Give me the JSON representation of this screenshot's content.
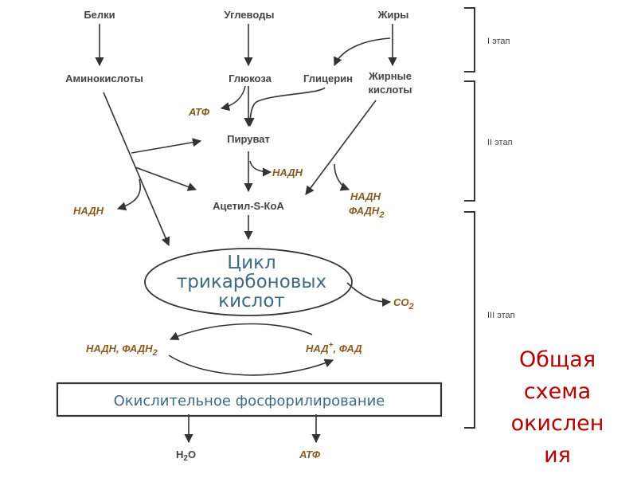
{
  "nodes": {
    "proteins": "Белки",
    "carbs": "Углеводы",
    "fats": "Жиры",
    "amino_acids": "Аминокислоты",
    "glucose": "Глюкоза",
    "glycerol": "Глицерин",
    "fatty_acids_1": "Жирные",
    "fatty_acids_2": "кислоты",
    "pyruvate": "Пируват",
    "acetyl_coa": "Ацетил-S-КоА",
    "tca_line1": "Цикл",
    "tca_line2": "трикарбоновых",
    "tca_line3": "кислот",
    "oxphos": "Окислительное фосфорилирование"
  },
  "products": {
    "atp_glycolysis": "АТФ",
    "nadh_pyruvate": "НАДН",
    "nadh_fatty_1": "НАДН",
    "fadh2_fatty": "ФАДН",
    "nadh_amino": "НАДН",
    "co2": "CO",
    "nadh_fadh2": "НАДН, ФАДН",
    "nad_fad_1": "НАД",
    "nad_fad_sup": "+",
    "nad_fad_2": ", ФАД",
    "h2o_h": "H",
    "h2o_o": "O",
    "atp_final": "АТФ",
    "sub_2": "2"
  },
  "stages": {
    "stage1": "I этап",
    "stage2": "II этап",
    "stage3": "III этап"
  },
  "caption": {
    "line1": "Общая",
    "line2": "схема",
    "line3": "окислен",
    "line4": "ия"
  },
  "colors": {
    "product": "#8a5a1e",
    "node": "#444444",
    "tca": "#3f6a80",
    "caption": "#b30000"
  }
}
